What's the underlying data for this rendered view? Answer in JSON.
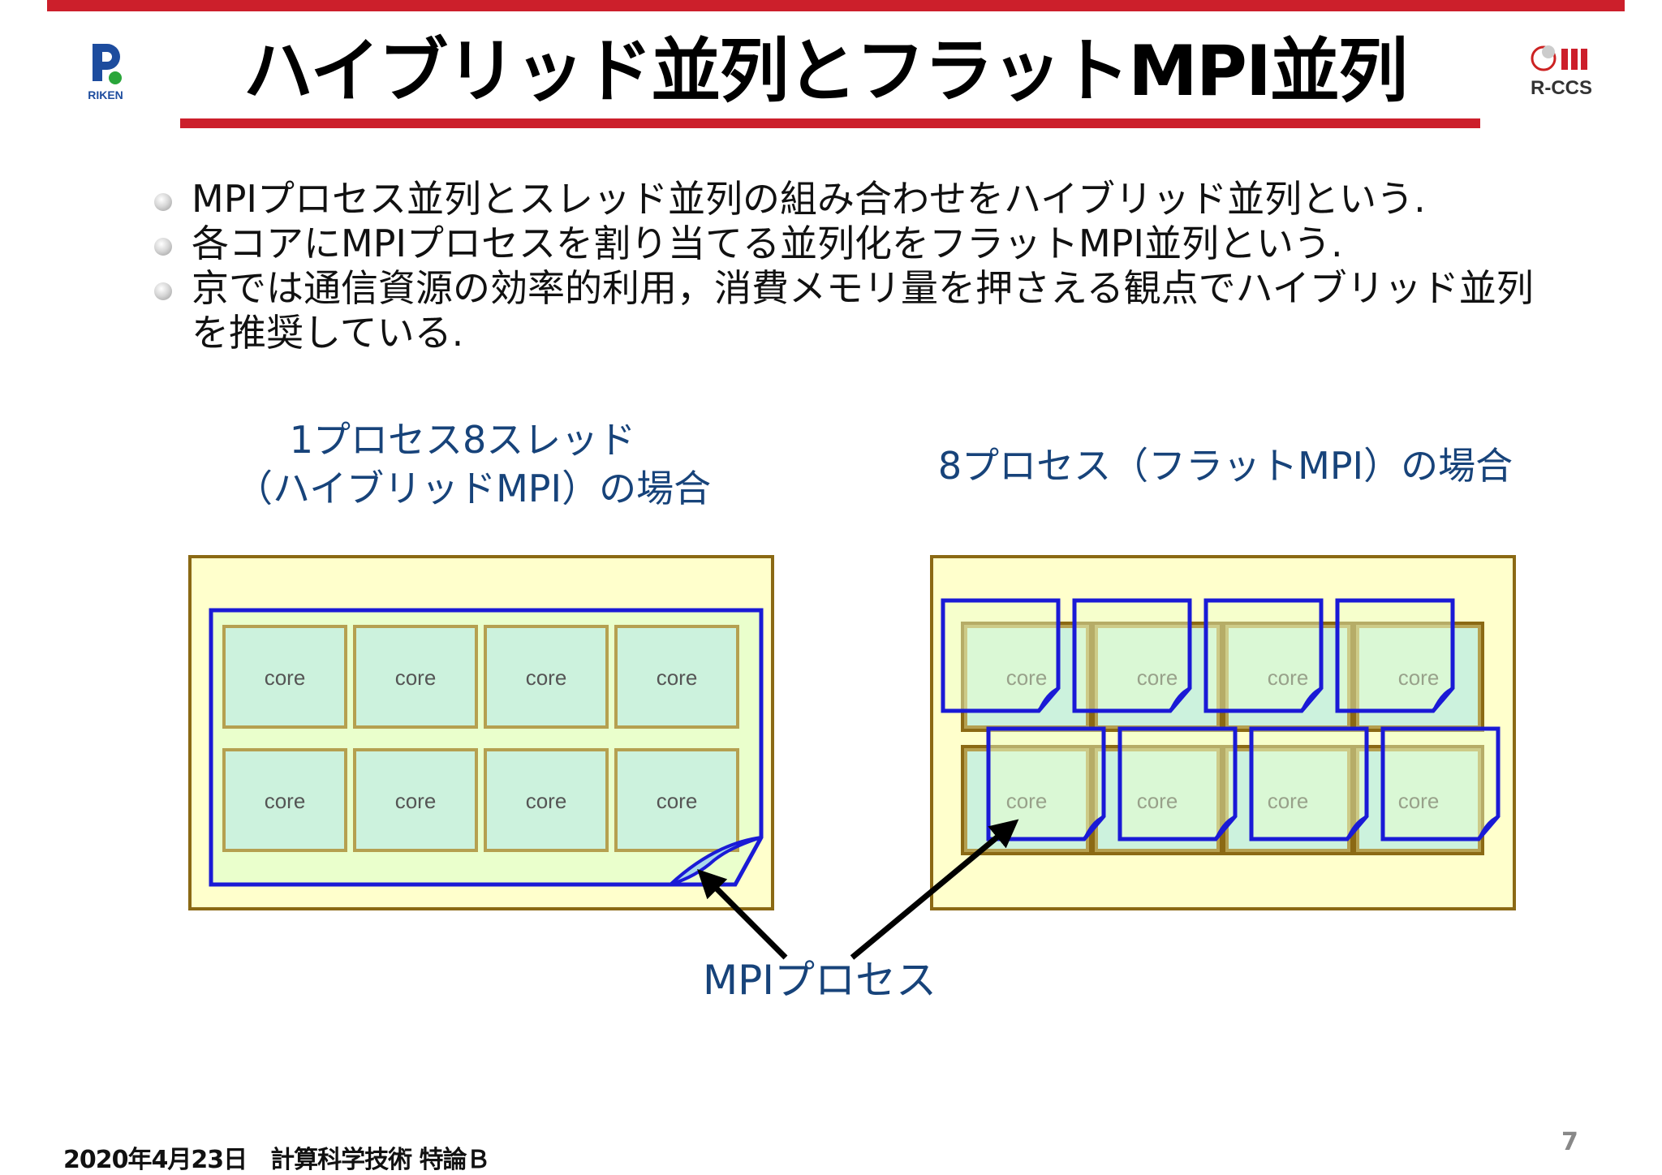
{
  "title": "ハイブリッド並列とフラットMPI並列",
  "bullets": [
    "MPIプロセス並列とスレッド並列の組み合わせをハイブリッド並列という.",
    "各コアにMPIプロセスを割り当てる並列化をフラットMPI並列という.",
    "京では通信資源の効率的利用，消費メモリ量を押さえる観点でハイブリッド並列を推奨している."
  ],
  "left_heading": [
    "1プロセス8スレッド",
    "（ハイブリッドMPI）の場合"
  ],
  "right_heading": "8プロセス（フラットMPI）の場合",
  "core_label": "core",
  "mpi_label": "MPIプロセス",
  "footer": "2020年4月23日　計算科学技術 特論Ｂ",
  "page_number": "7",
  "logos": {
    "left": "RIKEN",
    "right": "R-CCS"
  },
  "colors": {
    "accent_red": "#cc1f2b",
    "heading_blue": "#17437a",
    "node_fill": "#ffffcc",
    "node_border": "#8b6914",
    "core_fill": "#ccf2dd",
    "core_border": "#b5a050",
    "process_border": "#1a1ad6"
  }
}
